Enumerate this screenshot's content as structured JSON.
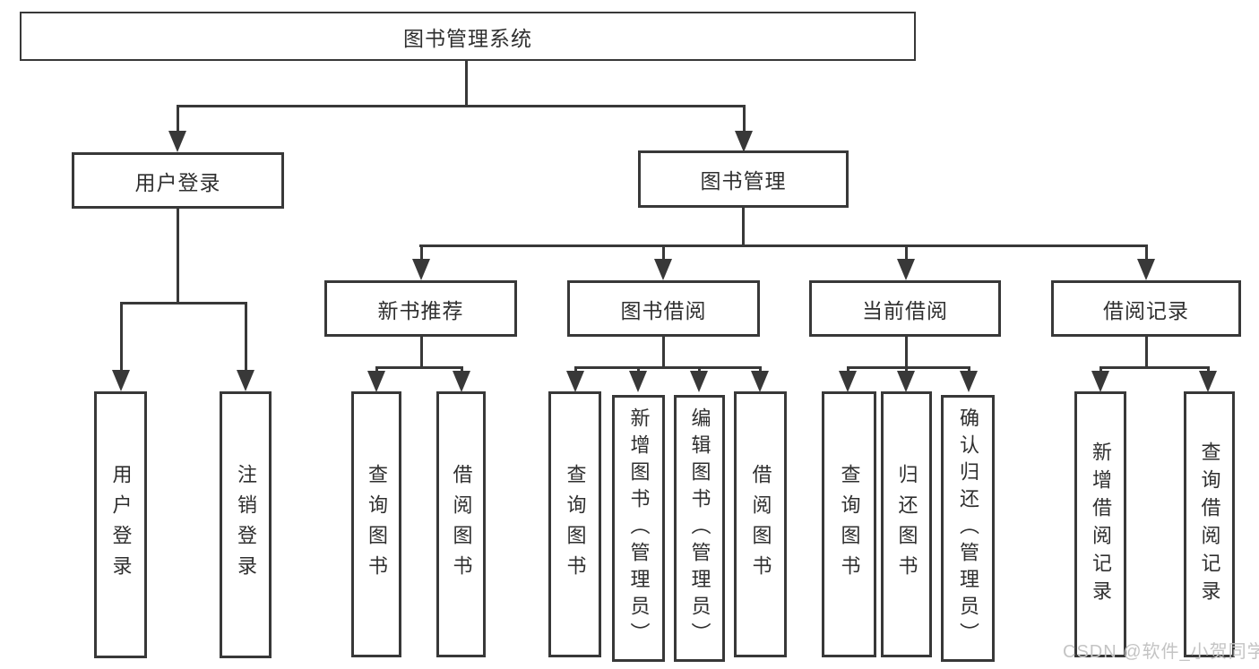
{
  "diagram": {
    "type": "tree",
    "colors": {
      "line": "#383838",
      "text": "#2f2f2f",
      "background": "#ffffff",
      "watermark": "#c4c4c4"
    },
    "watermark": "CSDN @软件_小贺同学"
  },
  "nodes": {
    "root": {
      "label": "图书管理系统"
    },
    "level2": [
      {
        "label": "用户登录",
        "parent": "图书管理系统"
      },
      {
        "label": "图书管理",
        "parent": "图书管理系统"
      }
    ],
    "level3": [
      {
        "label": "新书推荐",
        "parent": "图书管理"
      },
      {
        "label": "图书借阅",
        "parent": "图书管理"
      },
      {
        "label": "当前借阅",
        "parent": "图书管理"
      },
      {
        "label": "借阅记录",
        "parent": "图书管理"
      }
    ],
    "leaves": [
      {
        "label": "用户登录",
        "parent": "用户登录"
      },
      {
        "label": "注销登录",
        "parent": "用户登录"
      },
      {
        "label": "查询图书",
        "parent": "新书推荐"
      },
      {
        "label": "借阅图书",
        "parent": "新书推荐"
      },
      {
        "label": "查询图书",
        "parent": "图书借阅"
      },
      {
        "label": "新增图书（管理员）",
        "parent": "图书借阅"
      },
      {
        "label": "编辑图书（管理员）",
        "parent": "图书借阅"
      },
      {
        "label": "借阅图书",
        "parent": "图书借阅"
      },
      {
        "label": "查询图书",
        "parent": "当前借阅"
      },
      {
        "label": "归还图书",
        "parent": "当前借阅"
      },
      {
        "label": "确认归还（管理员）",
        "parent": "当前借阅"
      },
      {
        "label": "新增借阅记录",
        "parent": "借阅记录"
      },
      {
        "label": "查询借阅记录",
        "parent": "借阅记录"
      }
    ]
  }
}
